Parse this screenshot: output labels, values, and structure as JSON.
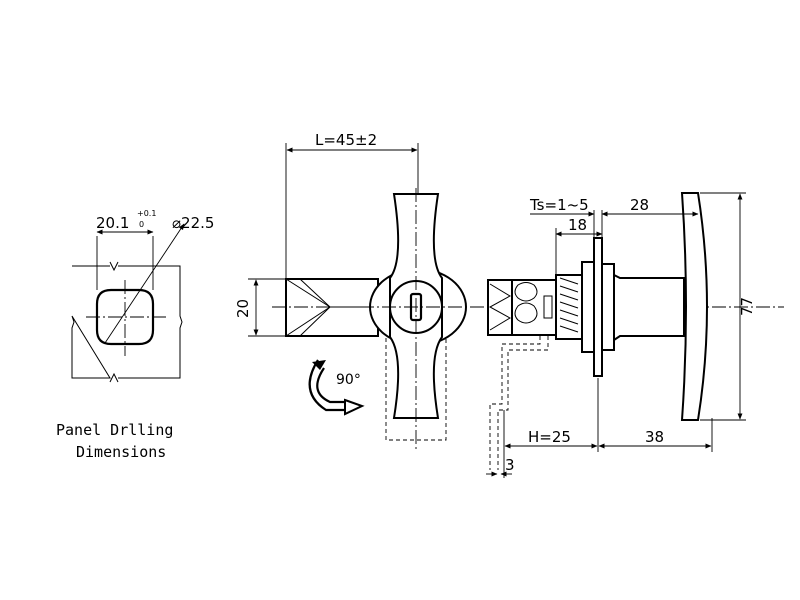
{
  "drawing": {
    "panel": {
      "width_label": "20.1",
      "tol_upper": "+0.1",
      "tol_lower": "0",
      "diameter_label": "⌀22.5",
      "caption_line1": "Panel Drlling",
      "caption_line2": "Dimensions"
    },
    "front": {
      "length_label": "L=45±2",
      "height_label": "20",
      "rotation_label": "90°"
    },
    "side": {
      "thickness_label": "Ts=1~5",
      "dim_18": "18",
      "dim_28": "28",
      "dim_77": "77",
      "h_label": "H=25",
      "dim_38": "38",
      "dim_3": "3"
    }
  }
}
